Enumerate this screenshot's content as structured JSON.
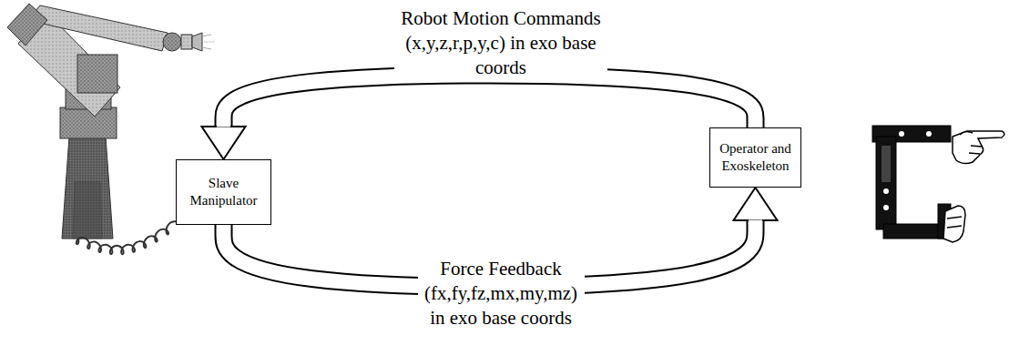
{
  "diagram": {
    "nodes": [
      {
        "text": [
          "Slave Manipulator"
        ]
      },
      {
        "text": [
          "Operator and Exoskeleton"
        ]
      }
    ],
    "edges": [
      {
        "from": 1,
        "to": 0,
        "arrow": "to",
        "label": "Robot Motion Commands (x,y,z,r,p,y,c) in exo base coords"
      },
      {
        "from": 0,
        "to": 1,
        "arrow": "to",
        "label": "Force Feedback (fx,fy,fz,mx,my,mz) in exo base coords"
      }
    ]
  }
}
